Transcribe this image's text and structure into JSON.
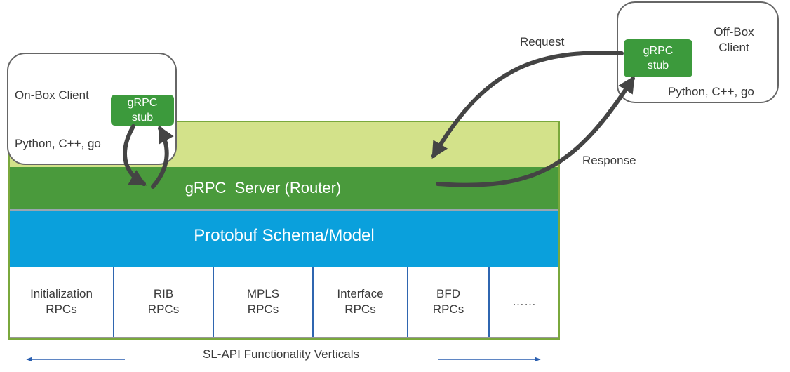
{
  "server": {
    "label": "gRPC  Server (Router)"
  },
  "protobuf": {
    "label": "Protobuf Schema/Model"
  },
  "on_box_client": {
    "title": "On-Box Client",
    "stub_line1": "gRPC",
    "stub_line2": "stub",
    "languages": "Python, C++, go"
  },
  "off_box_client": {
    "title_line1": "Off-Box",
    "title_line2": "Client",
    "stub_line1": "gRPC",
    "stub_line2": "stub",
    "languages": "Python, C++, go"
  },
  "arrows": {
    "request_label": "Request",
    "response_label": "Response"
  },
  "rpc_verticals": [
    {
      "line1": "Initialization",
      "line2": "RPCs"
    },
    {
      "line1": "RIB",
      "line2": "RPCs"
    },
    {
      "line1": "MPLS",
      "line2": "RPCs"
    },
    {
      "line1": "Interface",
      "line2": "RPCs"
    },
    {
      "line1": "BFD",
      "line2": "RPCs"
    },
    {
      "line1": "……",
      "line2": ""
    }
  ],
  "footer": {
    "label": "SL-API Functionality Verticals"
  },
  "colors": {
    "lime_band": "#d3e28a",
    "server_green": "#4a9a3c",
    "protobuf_blue": "#0aa0dc",
    "stub_green": "#3c9a3c",
    "arrow_dark": "#444444",
    "footer_arrow_blue": "#2a5fb0"
  }
}
